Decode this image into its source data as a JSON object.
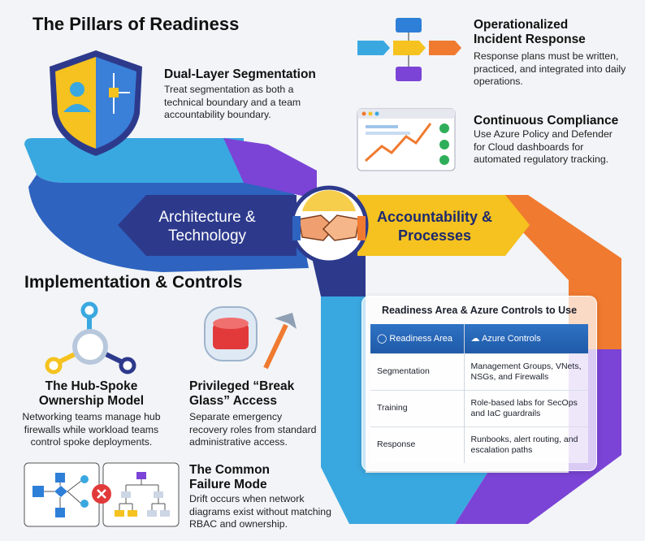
{
  "title": "The Pillars of Readiness",
  "dual_layer": {
    "title": "Dual-Layer Segmentation",
    "desc": "Treat segmentation as both a technical boundary and a team accountability boundary."
  },
  "incident": {
    "title": "Operationalized Incident Response",
    "desc": "Response plans must be written, practiced, and integrated into daily operations."
  },
  "compliance": {
    "title": "Continuous Compliance",
    "desc": "Use Azure Policy and Defender for Cloud dashboards for automated regulatory tracking."
  },
  "arrows": {
    "left": "Architecture & Technology",
    "right": "Accountability & Processes"
  },
  "implementation": {
    "title": "Implementation & Controls"
  },
  "hub_spoke": {
    "title": "The Hub-Spoke Ownership Model",
    "desc": "Networking teams manage hub firewalls while workload teams control spoke deployments."
  },
  "break_glass": {
    "title": "Privileged “Break Glass” Access",
    "desc": "Separate emergency recovery roles from standard administrative access."
  },
  "failure": {
    "title": "The Common Failure Mode",
    "desc": "Drift occurs when network diagrams exist without matching RBAC and ownership."
  },
  "table": {
    "title": "Readiness Area & Azure Controls to Use",
    "headers": [
      "Readiness Area",
      "Azure Controls"
    ],
    "rows": [
      [
        "Segmentation",
        "Management Groups, VNets, NSGs, and Firewalls"
      ],
      [
        "Training",
        "Role-based labs for SecOps and IaC guardrails"
      ],
      [
        "Response",
        "Runbooks, alert routing, and escalation paths"
      ]
    ]
  },
  "colors": {
    "navy": "#2d3a8c",
    "yellow": "#f5c21f",
    "orange": "#f07a30",
    "purple": "#7b44d6",
    "lightblue": "#3aa8e0",
    "blue": "#2e63c0"
  }
}
